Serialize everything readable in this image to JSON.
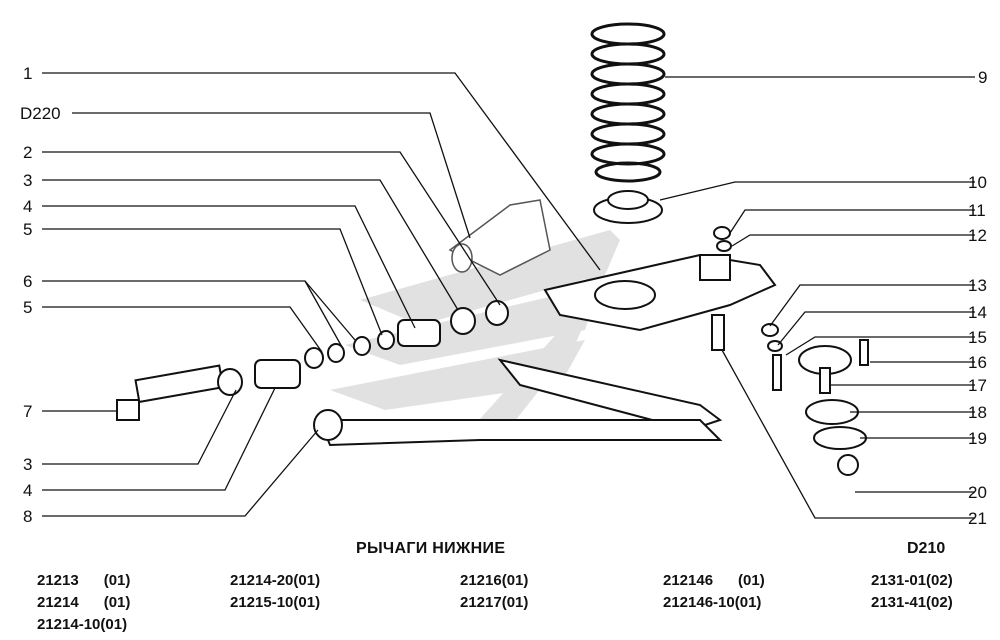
{
  "diagram": {
    "title": "РЫЧАГИ НИЖНИЕ",
    "code": "D210",
    "callouts_left": [
      "1",
      "D220",
      "2",
      "3",
      "4",
      "5",
      "6",
      "5",
      "7",
      "3",
      "4",
      "8"
    ],
    "callouts_right": [
      "9",
      "10",
      "11",
      "12",
      "13",
      "14",
      "15",
      "16",
      "17",
      "18",
      "19",
      "20",
      "21"
    ]
  },
  "applicability": [
    [
      "21213      (01)",
      "21214      (01)",
      "21214-10(01)"
    ],
    [
      "21214-20(01)",
      "21215-10(01)"
    ],
    [
      "21216(01)",
      "21217(01)"
    ],
    [
      "212146      (01)",
      "212146-10(01)"
    ],
    [
      "2131-01(02)",
      "2131-41(02)"
    ]
  ]
}
